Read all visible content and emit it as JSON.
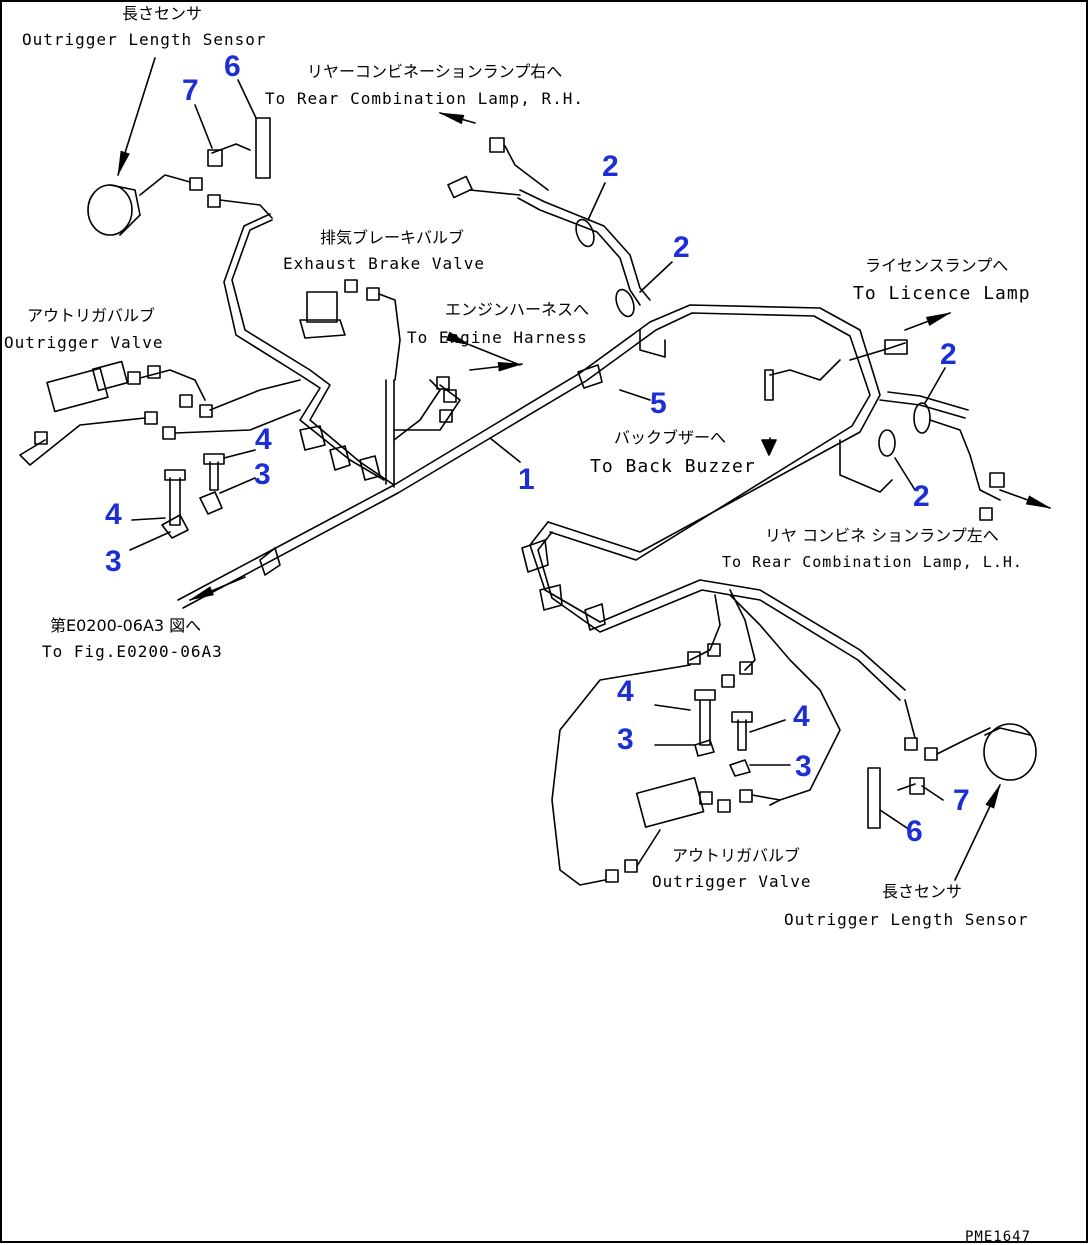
{
  "labels": {
    "sensor_tl_jp": "長さセンサ",
    "sensor_tl_en": "Outrigger Length Sensor",
    "rear_lamp_rh_jp": "リヤーコンビネーションランプ右へ",
    "rear_lamp_rh_en": "To Rear Combination Lamp, R.H.",
    "exhaust_jp": "排気ブレーキバルブ",
    "exhaust_en": "Exhaust Brake Valve",
    "valve_l_jp": "アウトリガバルブ",
    "valve_l_en": "Outrigger Valve",
    "engine_jp": "エンジンハーネスへ",
    "engine_en": "To Engine Harness",
    "licence_jp": "ライセンスランプへ",
    "licence_en": "To Licence Lamp",
    "buzzer_jp": "バックブザーへ",
    "buzzer_en": "To Back Buzzer",
    "rear_lamp_lh_jp": "リヤ コンビネ ションランプ左へ",
    "rear_lamp_lh_en": "To Rear Combination Lamp, L.H.",
    "fig_jp": "第E0200-06A3 図へ",
    "fig_en": "To Fig.E0200-06A3",
    "valve_r_jp": "アウトリガバルブ",
    "valve_r_en": "Outrigger Valve",
    "sensor_br_jp": "長さセンサ",
    "sensor_br_en": "Outrigger Length Sensor",
    "code": "PME1647"
  },
  "callouts": {
    "n1": "1",
    "n2": "2",
    "n3": "3",
    "n4": "4",
    "n5": "5",
    "n6": "6",
    "n7": "7"
  },
  "colors": {
    "callout": "#1c2fd6",
    "line": "#000000"
  }
}
